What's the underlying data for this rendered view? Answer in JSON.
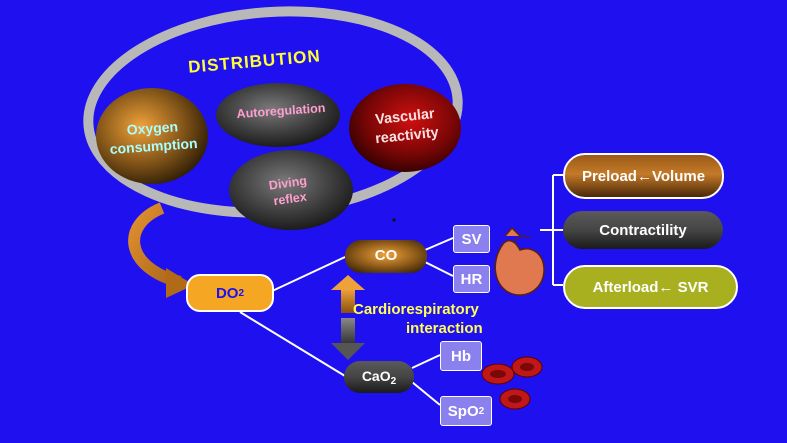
{
  "distribution": {
    "title": "DISTRIBUTION",
    "oxygen_consumption": "Oxygen consumption",
    "autoregulation": "Autoregulation",
    "vascular_reactivity": "Vascular reactivity",
    "diving_reflex": "Diving reflex"
  },
  "do2": {
    "main": "DO",
    "sub": "2"
  },
  "co": "CO",
  "cao2": {
    "main": "CaO",
    "sub": "2"
  },
  "sv": "SV",
  "hr": "HR",
  "hb": "Hb",
  "spo2": {
    "main": "SpO",
    "sub": "2"
  },
  "interaction_line1": "Cardiorespiratory",
  "interaction_line2": "interaction",
  "preload": "Preload←Volume",
  "contractility": "Contractility",
  "afterload": "Afterload← SVR",
  "colors": {
    "background": "#1f10f0",
    "title": "#ffff33",
    "oxygen_text": "#a8ffff",
    "pink_text": "#ff9fd0",
    "interaction_text": "#ffff55",
    "afterload_fill": "#a8b020"
  }
}
